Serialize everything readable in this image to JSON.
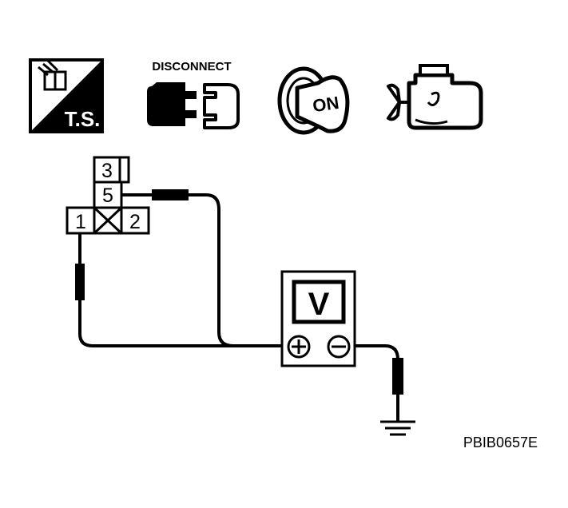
{
  "icons": {
    "ts_label": "T.S.",
    "disconnect_label": "DISCONNECT",
    "ignition_label": "ON"
  },
  "connector": {
    "pin_3": "3",
    "pin_5": "5",
    "pin_1": "1",
    "pin_2": "2"
  },
  "meter": {
    "mode_label": "V"
  },
  "figure_code": "PBIB0657E",
  "colors": {
    "ink": "#000000",
    "paper": "#ffffff"
  }
}
